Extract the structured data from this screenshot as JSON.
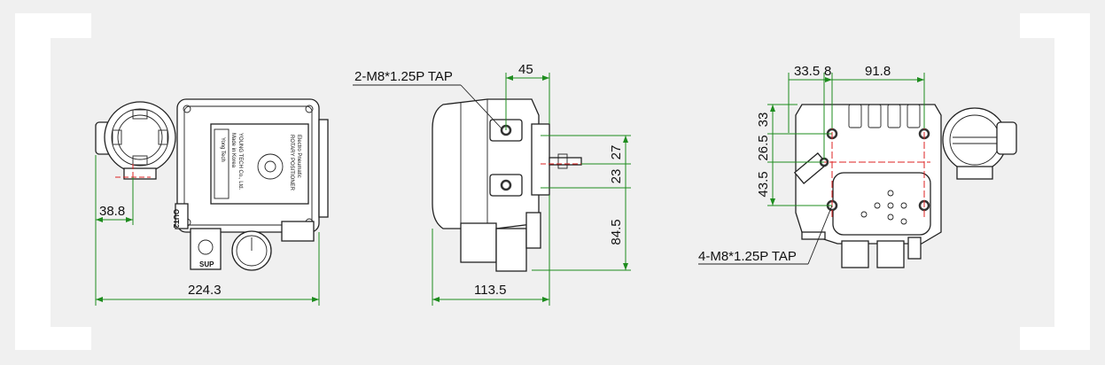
{
  "drawing": {
    "front_view": {
      "dims": {
        "width": "224.3",
        "offset": "38.8"
      },
      "labels": {
        "out": "OUT2",
        "sup": "SUP"
      },
      "plate": {
        "line1": "Electro Pneumatic",
        "line2": "ROTARY POSITIONER",
        "line3": "YOUNG TECH Co., Ltd.",
        "line4": "Made in Korea"
      }
    },
    "side_view": {
      "tap_label": "2-M8*1.25P TAP",
      "dims": {
        "top": "45",
        "h1": "27",
        "h2": "23",
        "h3": "84.5",
        "width": "113.5"
      }
    },
    "rear_view": {
      "tap_label": "4-M8*1.25P TAP",
      "dims": {
        "d1": "33.5",
        "d2": "8",
        "d3": "91.8",
        "v1": "33",
        "v2": "26.5",
        "v3": "43.5"
      }
    }
  },
  "colors": {
    "dimension": "#1e8c1e",
    "hole_marker": "#dd2222",
    "background": "#f0f0f0"
  }
}
